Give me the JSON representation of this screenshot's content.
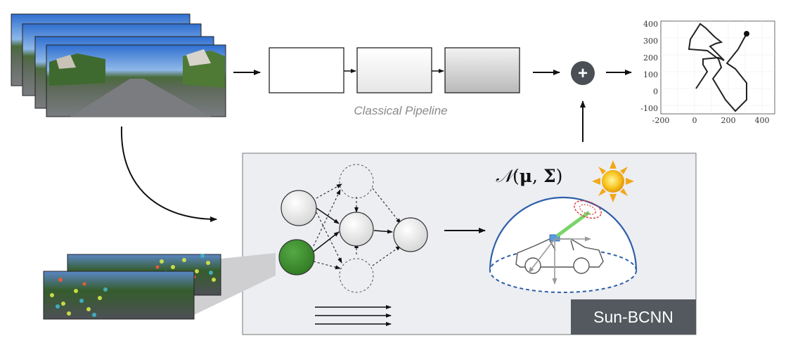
{
  "pipeline": {
    "label": "Classical Pipeline"
  },
  "bcnn": {
    "badge": "Sun-BCNN",
    "distribution": {
      "symbol": "𝒩",
      "open": "(",
      "mu": "μ",
      "comma": ", ",
      "sigma": "Σ",
      "close": ")"
    }
  },
  "plus_symbol": "+",
  "trajectory_plot": {
    "x_ticks": [
      "-200",
      "0",
      "200",
      "400"
    ],
    "y_ticks": [
      "400",
      "300",
      "200",
      "100",
      "0",
      "-100"
    ]
  },
  "colors": {
    "panel_bg": "#eceef2",
    "badge_bg": "#53595f",
    "node_green": "#3f8a2f",
    "dome_blue": "#2e5fa8",
    "sun_ray": "#7ad46a",
    "sun_uncertainty": "#e04040"
  }
}
